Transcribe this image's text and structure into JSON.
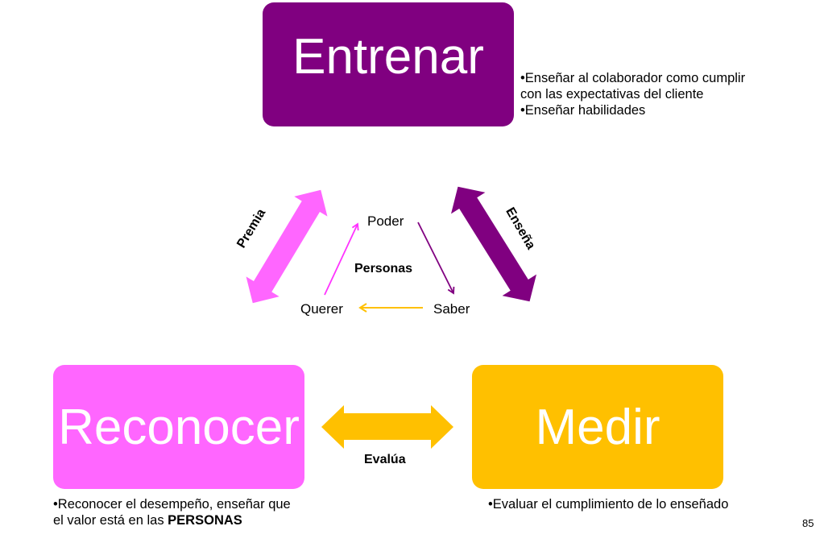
{
  "boxes": {
    "entrenar": {
      "label": "Entrenar",
      "color": "#800080"
    },
    "reconocer": {
      "label": "Reconocer",
      "color": "#ff66ff"
    },
    "medir": {
      "label": "Medir",
      "color": "#ffc000"
    }
  },
  "notes": {
    "entrenar": [
      "•Enseñar al colaborador como cumplir",
      "con las expectativas del cliente",
      "•Enseñar habilidades"
    ],
    "reconocer": {
      "line1": "•Reconocer el desempeño, enseñar que",
      "line2_prefix": "el valor está en las ",
      "line2_bold": "PERSONAS"
    },
    "medir": "•Evaluar el cumplimiento de lo enseñado"
  },
  "connectors": {
    "premia": {
      "label": "Premia",
      "color": "#ff66ff"
    },
    "ensena": {
      "label": "Enseña",
      "color": "#800080"
    },
    "evalua": {
      "label": "Evalúa",
      "color": "#ffc000"
    }
  },
  "center": {
    "title": "Personas",
    "poder": "Poder",
    "saber": "Saber",
    "querer": "Querer",
    "arrow_colors": {
      "querer_to_poder": "#ff33ff",
      "poder_to_saber": "#800080",
      "saber_to_querer": "#ffc000"
    }
  },
  "page_number": "85"
}
